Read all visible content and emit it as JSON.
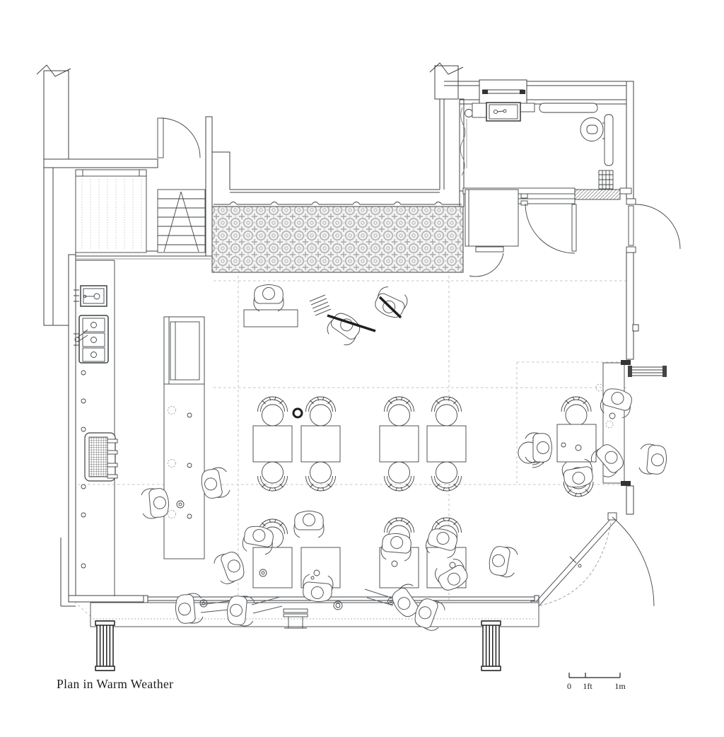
{
  "title": {
    "text": "Plan in Warm Weather"
  },
  "scale_bar": {
    "start_label": "0",
    "mid_label": "1ft",
    "end_label": "1m"
  },
  "colors": {
    "background": "#ffffff",
    "linework": "#3f4245",
    "bold_linework": "#1f1f1f",
    "light_gray": "#9a9a9a",
    "tile_pattern": "#b0b0b0"
  },
  "drawing": {
    "description": "Black-and-white architectural floor plan of a cafe in warm weather: open south facade with outdoor bench, dining tables with bentwood chairs, kitchen counter and island bar, tiled floor band, stair, bathroom, corner pivot door shown open, and many plan-view figures of people.",
    "features": [
      "exterior walls with break lines",
      "staircase with direction arrow",
      "wood-plank floor room",
      "patterned tile floor band with curtain line",
      "courtyard recess",
      "bathroom with sink, grab bar, toilet, radiator and floor grate",
      "entry vestibule with closet and three door swings",
      "kitchen wall counter with single sink, triple sink and espresso machine",
      "service island bar with display case",
      "nine square dining tables with bentwood chairs",
      "structural column",
      "pass-through window bar with exterior bench",
      "corner pivot door shown open with swing arcs",
      "outdoor bench with seated figures and two slatted planters",
      "graphic scale bar"
    ]
  }
}
